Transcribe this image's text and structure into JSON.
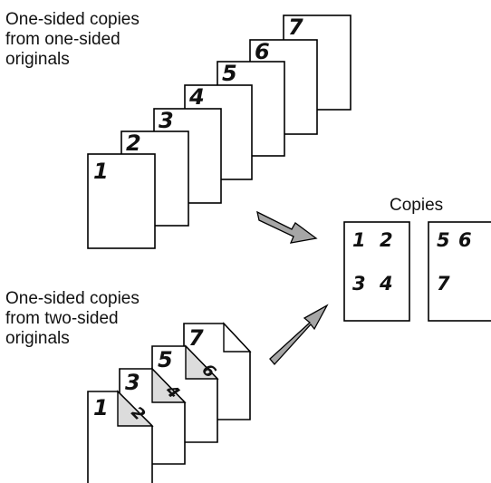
{
  "labels": {
    "top_caption": [
      "One-sided copies",
      "from one-sided",
      "originals"
    ],
    "bottom_caption": [
      "One-sided copies",
      "from two-sided",
      "originals"
    ],
    "copies_title": "Copies"
  },
  "top_stack_pages": [
    "1",
    "2",
    "3",
    "4",
    "5",
    "6",
    "7"
  ],
  "bottom_stack": [
    {
      "front": "1",
      "back": "2"
    },
    {
      "front": "3",
      "back": "4"
    },
    {
      "front": "5",
      "back": "6"
    },
    {
      "front": "7",
      "back": ""
    }
  ],
  "copy_sheets": [
    [
      "1",
      "2",
      "3",
      "4"
    ],
    [
      "5",
      "6",
      "7"
    ]
  ],
  "colors": {
    "arrow_fill": "#a6a6a6",
    "fold_fill": "#dcdcdc",
    "line": "#000000"
  }
}
